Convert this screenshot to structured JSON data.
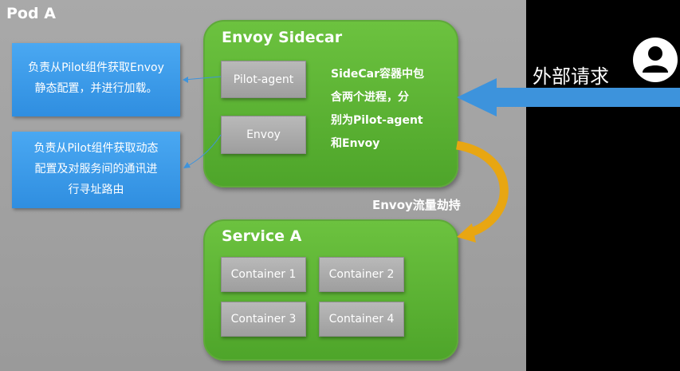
{
  "pod_title": "Pod A",
  "sidecar": {
    "title": "Envoy Sidecar",
    "pilot_agent": "Pilot-agent",
    "envoy": "Envoy",
    "description_lines": [
      "SideCar容器中包",
      "含两个进程，分",
      "别为Pilot-agent",
      "和Envoy"
    ]
  },
  "notes": {
    "pilot_agent_lines": [
      "负责从Pilot组件获取Envoy",
      "静态配置，并进行加载。"
    ],
    "envoy_lines": [
      "负责从Pilot组件获取动态",
      "配置及对服务间的通讯进",
      "行寻址路由"
    ]
  },
  "external_request": "外部请求",
  "hijack_label": "Envoy流量劫持",
  "service": {
    "title": "Service A",
    "containers": [
      "Container 1",
      "Container 2",
      "Container 3",
      "Container 4"
    ]
  },
  "colors": {
    "green": "#5cb335",
    "blue": "#2f8ee0",
    "arrow_blue": "#3d93dc",
    "arrow_yellow": "#e8a612",
    "grey": "#a9a9a9"
  }
}
